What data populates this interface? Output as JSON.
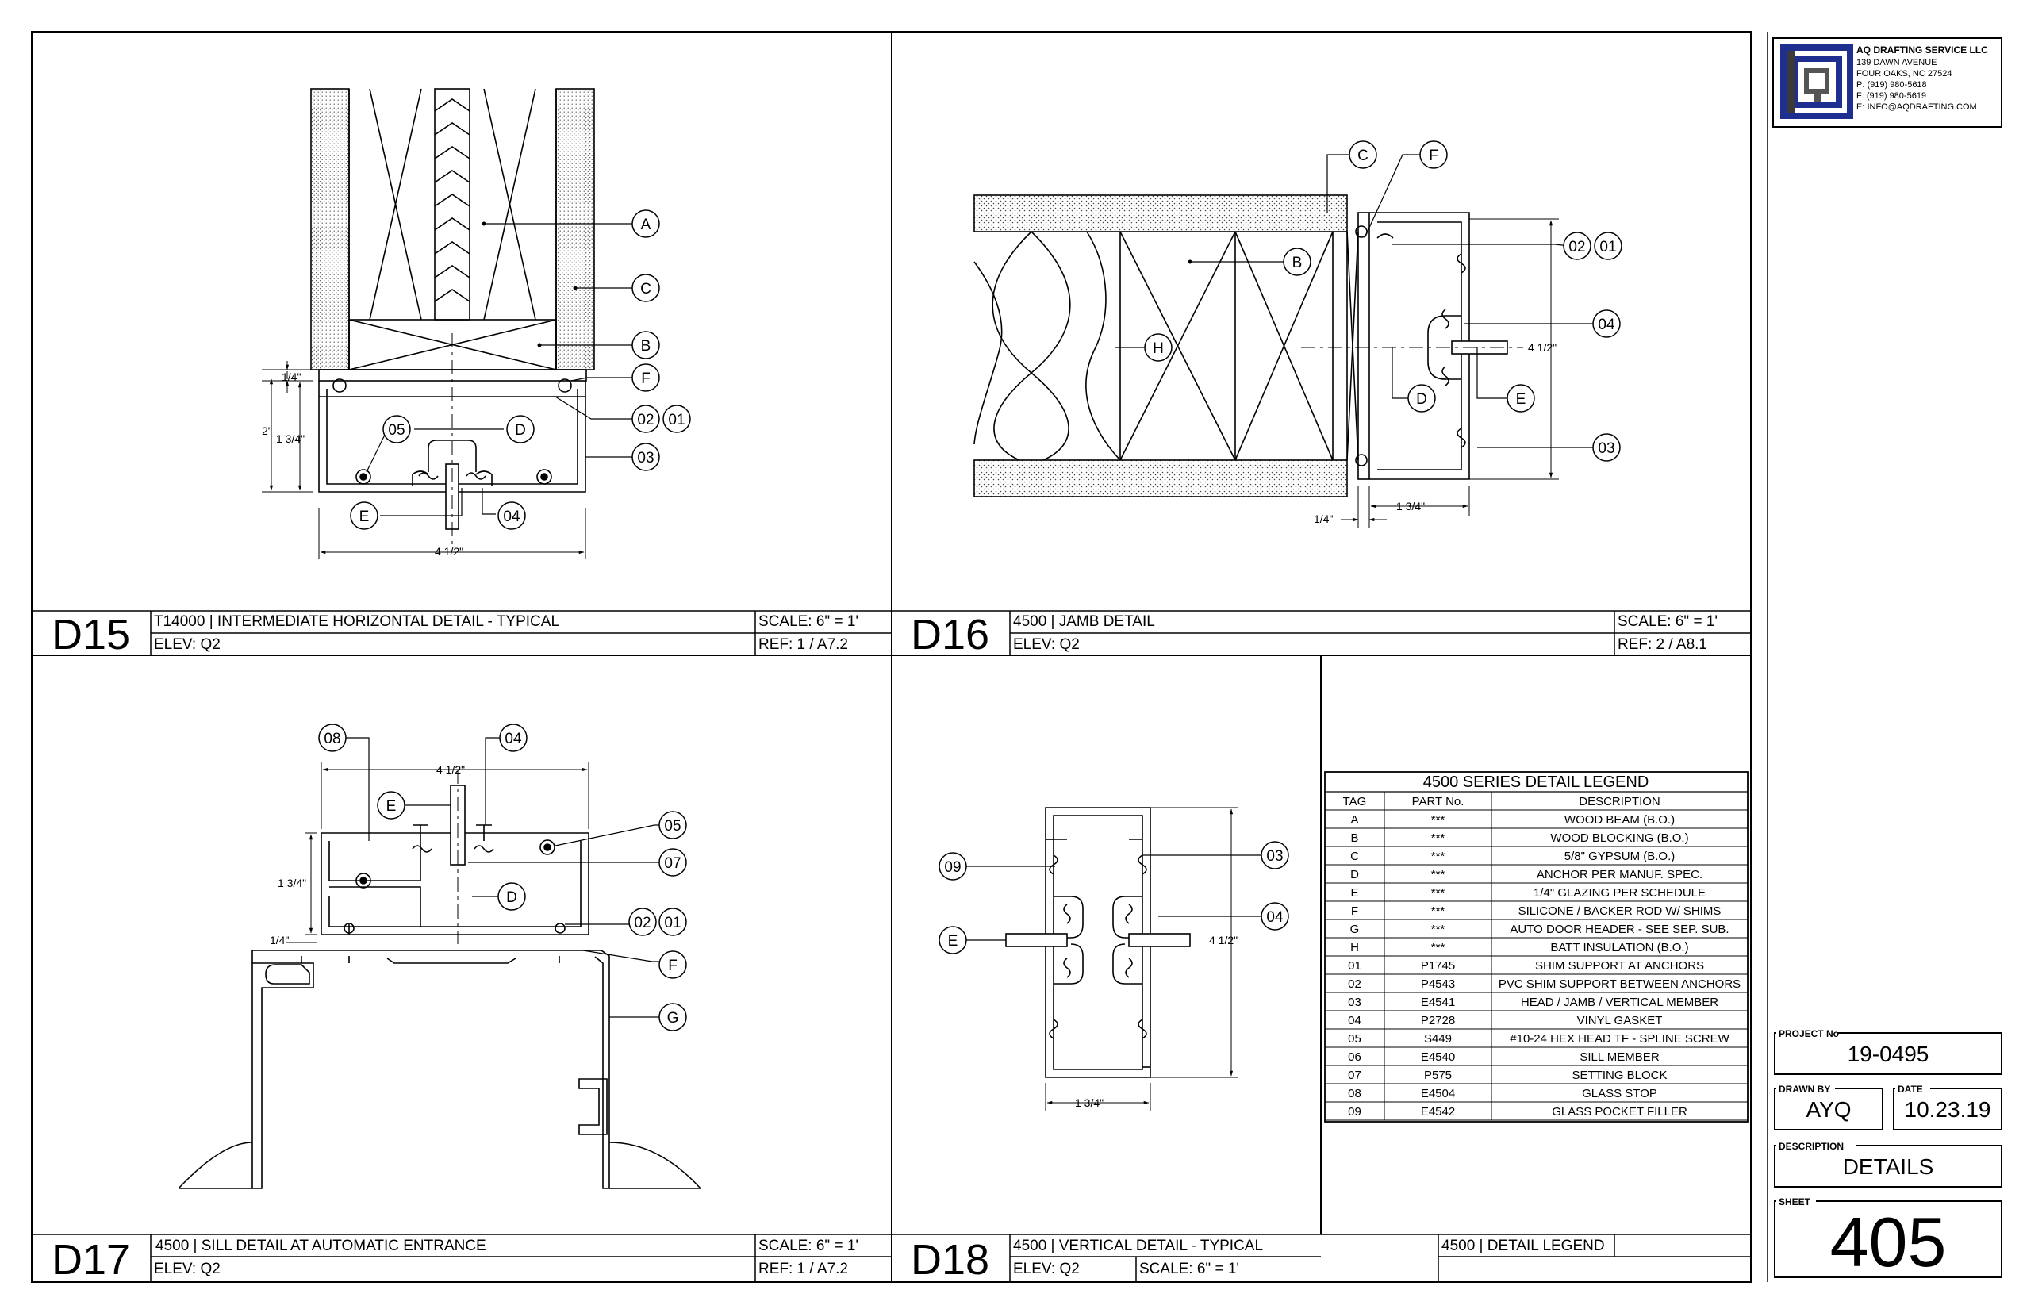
{
  "company": {
    "name": "AQ DRAFTING SERVICE LLC",
    "address1": "139 DAWN AVENUE",
    "address2": "FOUR OAKS, NC  27524",
    "phone": "P: (919) 980-5618",
    "fax": "F: (919) 980-5619",
    "email": "E: INFO@AQDRAFTING.COM"
  },
  "title_block": {
    "project_label": "PROJECT No",
    "project_no": "19-0495",
    "drawn_by_label": "DRAWN BY",
    "drawn_by": "AYQ",
    "date_label": "DATE",
    "date": "10.23.19",
    "description_label": "DESCRIPTION",
    "description": "DETAILS",
    "sheet_label": "SHEET",
    "sheet": "405"
  },
  "details": {
    "d15": {
      "id": "D15",
      "title": "T14000  |  INTERMEDIATE HORIZONTAL DETAIL - TYPICAL",
      "elev": "ELEV: Q2",
      "scale": "SCALE: 6\" = 1'",
      "ref": "REF: 1 / A7.2"
    },
    "d16": {
      "id": "D16",
      "title": "4500  |  JAMB DETAIL",
      "elev": "ELEV: Q2",
      "scale": "SCALE: 6\" = 1'",
      "ref": "REF: 2 / A8.1"
    },
    "d17": {
      "id": "D17",
      "title": "4500  |  SILL DETAIL AT AUTOMATIC ENTRANCE",
      "elev": "ELEV: Q2",
      "scale": "SCALE: 6\" = 1'",
      "ref": "REF: 1 / A7.2"
    },
    "d18": {
      "id": "D18",
      "title": "4500  |  VERTICAL DETAIL - TYPICAL",
      "elev": "ELEV: Q2",
      "scale": "SCALE: 6\" = 1'"
    },
    "legend_title_block": "4500  |  DETAIL LEGEND"
  },
  "dims": {
    "quarter": "1/4\"",
    "two": "2\"",
    "one_three_quarter": "1 3/4\"",
    "four_half": "4 1/2\""
  },
  "tags": {
    "A": "A",
    "B": "B",
    "C": "C",
    "D": "D",
    "E": "E",
    "F": "F",
    "G": "G",
    "H": "H",
    "t01": "01",
    "t02": "02",
    "t03": "03",
    "t04": "04",
    "t05": "05",
    "t07": "07",
    "t08": "08",
    "t09": "09"
  },
  "legend": {
    "title": "4500 SERIES DETAIL LEGEND",
    "headers": [
      "TAG",
      "PART No.",
      "DESCRIPTION"
    ],
    "rows": [
      [
        "A",
        "***",
        "WOOD BEAM (B.O.)"
      ],
      [
        "B",
        "***",
        "WOOD BLOCKING (B.O.)"
      ],
      [
        "C",
        "***",
        "5/8\" GYPSUM (B.O.)"
      ],
      [
        "D",
        "***",
        "ANCHOR PER MANUF. SPEC."
      ],
      [
        "E",
        "***",
        "1/4\" GLAZING PER SCHEDULE"
      ],
      [
        "F",
        "***",
        "SILICONE / BACKER ROD W/ SHIMS"
      ],
      [
        "G",
        "***",
        "AUTO DOOR HEADER - SEE SEP. SUB."
      ],
      [
        "H",
        "***",
        "BATT INSULATION (B.O.)"
      ],
      [
        "01",
        "P1745",
        "SHIM SUPPORT AT ANCHORS"
      ],
      [
        "02",
        "P4543",
        "PVC SHIM SUPPORT BETWEEN ANCHORS"
      ],
      [
        "03",
        "E4541",
        "HEAD / JAMB / VERTICAL MEMBER"
      ],
      [
        "04",
        "P2728",
        "VINYL GASKET"
      ],
      [
        "05",
        "S449",
        "#10-24 HEX HEAD TF - SPLINE SCREW"
      ],
      [
        "06",
        "E4540",
        "SILL MEMBER"
      ],
      [
        "07",
        "P575",
        "SETTING BLOCK"
      ],
      [
        "08",
        "E4504",
        "GLASS STOP"
      ],
      [
        "09",
        "E4542",
        "GLASS POCKET FILLER"
      ]
    ]
  }
}
